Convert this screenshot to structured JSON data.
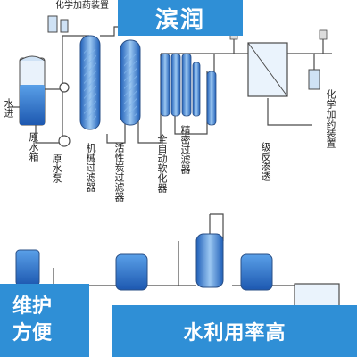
{
  "header": {
    "brand": "滨润"
  },
  "badges": {
    "left_line1": "维护",
    "left_line2": "方便",
    "bottom": "水利用率高"
  },
  "labels": {
    "dosing_top": "化学加药装置",
    "water_in": "水进",
    "raw_tank": "原水箱",
    "raw_pump": "原水泵",
    "mech_filter": "机械过滤器",
    "carbon_filter": "活性炭过滤器",
    "softener": "全自动软化器",
    "precision_filter": "精密过滤器",
    "ro_primary": "一级反渗透",
    "dosing_right": "化学加药装置"
  },
  "colors": {
    "accent": "#2f8fd6",
    "pipe": "#4a4a4a",
    "water": "#3a7fd5"
  }
}
